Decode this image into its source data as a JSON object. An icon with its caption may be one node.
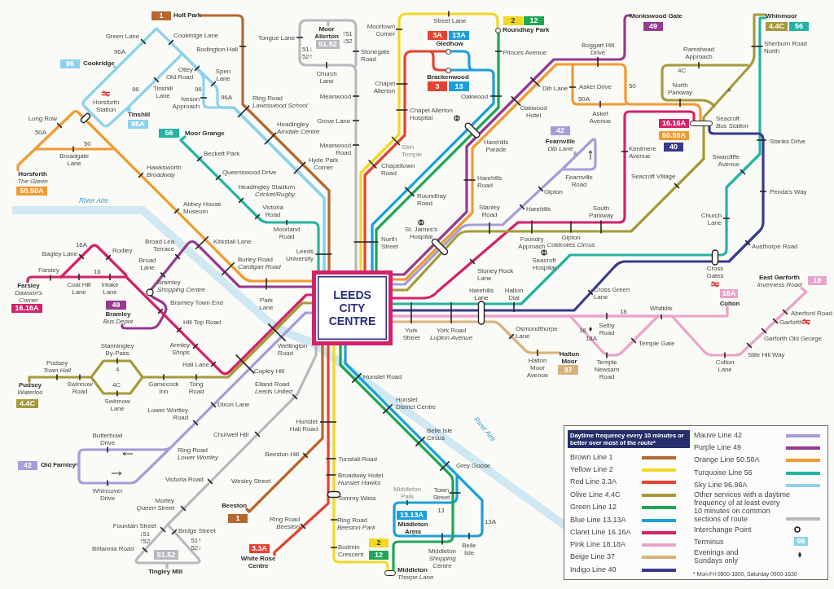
{
  "diagram": {
    "nodes": [
      {
        "text": [
          "1"
        ]
      },
      {
        "text": [
          "2"
        ]
      },
      {
        "text": [
          "12"
        ]
      },
      {
        "text": [
          "49"
        ]
      },
      {
        "text": [
          "4.4C"
        ]
      },
      {
        "text": [
          "56"
        ]
      },
      {
        "text": [
          "3A"
        ]
      },
      {
        "text": [
          "13A"
        ]
      },
      {
        "text": [
          "51.52"
        ]
      },
      {
        "text": [
          "96"
        ]
      },
      {
        "text": [
          "3"
        ]
      },
      {
        "text": [
          "13"
        ]
      },
      {
        "text": [
          "16.16A"
        ]
      },
      {
        "text": [
          "96A"
        ]
      },
      {
        "text": [
          "42"
        ]
      },
      {
        "text": [
          "56"
        ]
      },
      {
        "text": [
          "50.50A"
        ]
      },
      {
        "text": [
          "40"
        ]
      },
      {
        "text": [
          "50.50A"
        ]
      },
      {
        "text": [
          "LEEDS CITY CENTRE"
        ]
      },
      {
        "text": [
          "18"
        ]
      },
      {
        "text": [
          "18A"
        ]
      },
      {
        "text": [
          "49"
        ]
      },
      {
        "text": [
          "16.16A"
        ]
      },
      {
        "text": [
          "37"
        ]
      },
      {
        "text": [
          "4.4C"
        ]
      },
      {
        "text": [
          "Daytime frequency every 10 minutes or better over most of the route*"
        ]
      },
      {
        "text": [
          "42"
        ]
      },
      {
        "text": [
          "13.13A"
        ]
      },
      {
        "text": [
          "1"
        ]
      },
      {
        "text": [
          "2"
        ]
      },
      {
        "text": [
          "3.3A"
        ]
      },
      {
        "text": [
          "51.52"
        ]
      },
      {
        "text": [
          "12"
        ]
      },
      {
        "text": [
          "Holt Park"
        ]
      },
      {
        "text": [],
        "shape": "circle",
        "beside": [
          "Roundhay Park"
        ]
      },
      {
        "text": [
          "Monkswood Gate"
        ]
      },
      {
        "text": [
          "Whinmoor"
        ]
      },
      {
        "text": [
          "Moor Allerton"
        ]
      },
      {
        "text": [],
        "shape": "circle",
        "beside": [
          "Gledhow"
        ]
      },
      {
        "text": [
          "Cookridge"
        ]
      },
      {
        "text": [],
        "shape": "circle",
        "beside": [
          "Brackenwood"
        ]
      },
      {
        "text": [
          "Tinshill"
        ]
      },
      {
        "text": [],
        "shape": "bar",
        "beside": [
          "Seacroft *Bus Station*"
        ]
      },
      {
        "text": [
          "Moor Grange"
        ]
      },
      {
        "text": [
          "**Fearnville** *Dib Lane*"
        ]
      },
      {
        "text": [
          "**Horsforth** *The Green*"
        ]
      },
      {
        "text": [
          "**East Garforth** *Inverness Road*"
        ]
      },
      {
        "text": [
          "**Farsley** *Dawson's Corner*"
        ]
      },
      {
        "text": [
          "Colton"
        ]
      },
      {
        "text": [
          "**Bramley** *Bus Depot*"
        ]
      },
      {
        "text": [
          "Halton Moor"
        ]
      },
      {
        "text": [
          "**Pudsey** *Waterloo*"
        ]
      },
      {
        "text": [
          "Old Farnley"
        ]
      },
      {
        "text": [
          "Beeston"
        ]
      },
      {
        "text": [
          "Middleton Arms"
        ]
      },
      {
        "text": [
          "White Rose Centre"
        ]
      },
      {
        "text": [],
        "shape": "bar",
        "beside": [
          "**Middleton** *Thorpe Lane*"
        ]
      },
      {
        "text": [
          "Tingley Mill"
        ]
      }
    ],
    "edges": [
      {
        "from": 19,
        "to": 34,
        "arrow": "none",
        "color": "#b5682f"
      },
      {
        "from": 19,
        "to": 54,
        "arrow": "none",
        "color": "#b5682f"
      },
      {
        "from": 19,
        "to": 40,
        "arrow": "none",
        "color": "#8dd2ec"
      },
      {
        "from": 19,
        "to": 42,
        "arrow": "none",
        "color": "#8dd2ec"
      },
      {
        "from": 40,
        "to": 42,
        "arrow": "none",
        "color": "#8dd2ec"
      },
      {
        "from": 19,
        "to": 44,
        "arrow": "none",
        "color": "#24b3a2"
      },
      {
        "from": 19,
        "to": 37,
        "arrow": "none",
        "color": "#24b3a2"
      },
      {
        "from": 19,
        "to": 38,
        "arrow": "none",
        "color": "#b9b9bd"
      },
      {
        "from": 19,
        "to": 58,
        "arrow": "none",
        "color": "#b9b9bd"
      },
      {
        "from": 19,
        "to": 35,
        "arrow": "none",
        "color": "#f2d824"
      },
      {
        "from": 19,
        "to": 57,
        "arrow": "none",
        "color": "#f2d824"
      },
      {
        "from": 19,
        "to": 39,
        "arrow": "none",
        "color": "#e5432f"
      },
      {
        "from": 19,
        "to": 41,
        "arrow": "none",
        "color": "#e5432f"
      },
      {
        "from": 19,
        "to": 56,
        "arrow": "none",
        "color": "#e5432f"
      },
      {
        "from": 19,
        "to": 39,
        "arrow": "none",
        "color": "#1c9fd9"
      },
      {
        "from": 19,
        "to": 41,
        "arrow": "none",
        "color": "#1c9fd9"
      },
      {
        "from": 19,
        "to": 55,
        "arrow": "none",
        "color": "#1c9fd9"
      },
      {
        "from": 19,
        "to": 35,
        "arrow": "none",
        "color": "#1fa556"
      },
      {
        "from": 19,
        "to": 57,
        "arrow": "none",
        "color": "#1fa556"
      },
      {
        "from": 19,
        "to": 46,
        "arrow": "none",
        "color": "#f29a30"
      },
      {
        "from": 19,
        "to": 43,
        "arrow": "none",
        "color": "#f29a30"
      },
      {
        "from": 19,
        "to": 50,
        "arrow": "none",
        "color": "#953a8e"
      },
      {
        "from": 19,
        "to": 36,
        "arrow": "none",
        "color": "#953a8e"
      },
      {
        "from": 19,
        "to": 48,
        "arrow": "none",
        "color": "#d2226a"
      },
      {
        "from": 19,
        "to": 43,
        "arrow": "none",
        "color": "#d2226a"
      },
      {
        "from": 19,
        "to": 52,
        "arrow": "none",
        "color": "#a59a3a"
      },
      {
        "from": 19,
        "to": 43,
        "arrow": "none",
        "color": "#a59a3a"
      },
      {
        "from": 19,
        "to": 53,
        "arrow": "none",
        "color": "#a69ed6"
      },
      {
        "from": 19,
        "to": 45,
        "arrow": "none",
        "color": "#a69ed6"
      },
      {
        "from": 19,
        "to": 43,
        "arrow": "none",
        "color": "#383a8c"
      },
      {
        "from": 19,
        "to": 49,
        "arrow": "none",
        "color": "#eaa3c9"
      },
      {
        "from": 19,
        "to": 47,
        "arrow": "none",
        "color": "#eaa3c9"
      },
      {
        "from": 19,
        "to": 51,
        "arrow": "none",
        "color": "#d7b27c"
      },
      {
        "from": 43,
        "to": 37,
        "arrow": "none",
        "color": "#a59a3a"
      }
    ],
    "labels": [
      "Street Lane",
      "Moortown Corner",
      "↑51 ↓52",
      "Green Lane",
      "Cookridge Lane",
      "Tongue Lane",
      "Sherburn Road North",
      "Boggart Hill Drive",
      "Bodington Hall",
      "51↓ 52↑",
      "Ramshead Approach",
      "Stonegate Road",
      "96A",
      "Princes Avenue",
      "Otley Old Road",
      "4C",
      "Spen Lane",
      "Church Lane",
      "Chapel Allerton",
      "Asket Drive",
      "50",
      "North Parkway",
      "Dib Lane",
      "96",
      "Tinshill Lane",
      "96",
      "4",
      "Meanwood",
      "Oakwood",
      "96A",
      "Iveson Approach",
      "Ring Road *Lawnswood School*",
      "50A",
      "Horsforth Station",
      "Oakwood Hotel",
      "Chapel Allerton Hospital",
      "Asket Avenue",
      "Long Row",
      "Grove Lane",
      "Headingley *Arndale Centre*",
      "50A",
      "Stanks Drive",
      "Harehills Parade",
      "50",
      "Meanwood Road",
      "Sikh Temple",
      "Kentmere Avenue",
      "Beckett Park",
      "Broadgate Lane",
      "Swarcliffe Avenue",
      "Hyde Park Corner",
      "Chapeltown Road",
      "Hawksworth *Broadway*",
      "Queenswood Drive",
      "Seacroft Village",
      "Fearnville Road",
      "Harehills Road",
      "Headingley Stadium *Cricket/Rugby*",
      "Gipton",
      "Penda's Way",
      "Roundhay Road",
      "River Aire",
      "Abbey House Museum",
      "Stanley Road",
      "South Parkway",
      "Harehills",
      "Victoria Road",
      "Church Lane",
      "St. James's Hospital",
      "Moorland Road",
      "Foundry Approach",
      "Gipton *Coldcotes Circus*",
      "North Street",
      "Kirkstall Lane",
      "Broad Lea Terrace",
      "16A",
      "Austhorpe Road",
      "Rodley",
      "Leeds University",
      "Bagley Lane",
      "Burley Road *Cardigan Road*",
      "Broad Lane",
      "Seacroft Hospital",
      "Cross Gates",
      "Farsley",
      "Stoney Rock Lane",
      "16",
      "Bramley *Shopping Centre*",
      "Coal Hill Lane",
      "Intake Lane",
      "Cross Green Lane",
      "Harehills Lane",
      "Halton Dial",
      "Park Lane",
      "Bramley Town End",
      "Whitkirk",
      "Aberford Road",
      "18",
      "Hill Top Road",
      "Garforth",
      "Selby Road",
      "Osmondthorpe Lane",
      "York Street",
      "York Road *Lupton Avenue*",
      "18",
      "18A",
      "Garforth Old George",
      "Temple Gate",
      "Armley *Shops*",
      "Stanningley By-Pass",
      "Wellington Road",
      "Stile Hill Way",
      "Halton Moor Avenue",
      "Temple Newsam Road",
      "Colton Lane",
      "Pudsey *Town Hall*",
      "Hall Lane",
      "4",
      "Copley Hill",
      "Hunslet Road",
      "Swinnow Road",
      "4C",
      "Gamecock Inn",
      "Tong Road",
      "Elland Road *Leeds United*",
      "Hunslet District Centre",
      "Swinnow Lane",
      "Dixon Lane",
      "Lower Wortley Road",
      "Hunslet Hall Road",
      "Belle Isle Circus",
      "River Aire",
      "Churwell Hill",
      "Butterbowl Drive",
      "Ring Road *Lower Wortley*",
      "Beeston Hill",
      "Tunstall Road",
      "Grey Goose",
      "Broadway Hotel *Hunslet Hawks*",
      "Victoria Road",
      "Wesley Street",
      "Whincover Drive",
      "Middleton Park",
      "Town Street",
      "Tommy Wass",
      "Morley *Queen Street*",
      "13",
      "Ring Road *Beeston*",
      "Ring Road *Beeston Park*",
      "13A",
      "Fountain Street",
      "Bridge Street",
      "↓51 ↑52",
      "51↑ 52↓",
      "Belle Isle",
      "Bodmin Crescent",
      "Britannia Road",
      "Middleton *Shopping Centre*",
      "96",
      "* Mon-Fri 0800-1800, Saturday 0900-1630"
    ],
    "legend": [
      {
        "text": "Brown Line 1",
        "color": "#b5682f"
      },
      {
        "text": "Yellow Line 2",
        "color": "#f2d824"
      },
      {
        "text": "Red Line 3.3A",
        "color": "#e5432f"
      },
      {
        "text": "Olive Line 4.4C",
        "color": "#a59a3a"
      },
      {
        "text": "Green Line 12",
        "color": "#1fa556"
      },
      {
        "text": "Blue Line 13.13A",
        "color": "#1c9fd9"
      },
      {
        "text": "Claret Line 16.16A",
        "color": "#d2226a"
      },
      {
        "text": "Pink Line 18.18A",
        "color": "#eaa3c9"
      },
      {
        "text": "Beige Line 37",
        "color": "#d7b27c"
      },
      {
        "text": "Indigo Line 40",
        "color": "#383a8c"
      },
      {
        "text": "Mauve Line 42",
        "color": "#a69ed6"
      },
      {
        "text": "Purple Line 49",
        "color": "#953a8e"
      },
      {
        "text": "Orange Line 50.50A",
        "color": "#f29a30"
      },
      {
        "text": "Turquoise Line 56",
        "color": "#24b3a2"
      },
      {
        "text": "Sky Line 96.96A",
        "color": "#8dd2ec"
      },
      {
        "text": "Other services with a daytime frequency of at least every 10 minutes on common sections of route",
        "color": "#b9b9bd"
      },
      {
        "text": "Interchange Point"
      },
      {
        "text": "Terminus"
      },
      {
        "text": "Evenings and Sundays only"
      }
    ]
  }
}
